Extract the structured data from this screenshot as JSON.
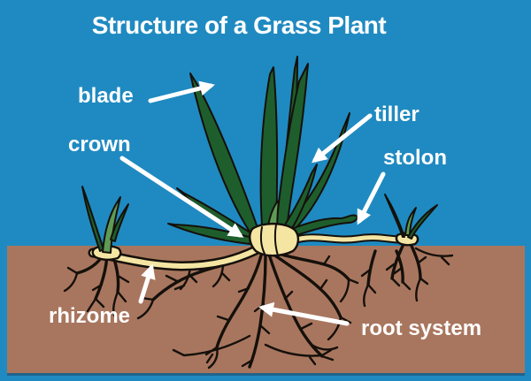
{
  "title": "Structure of a Grass Plant",
  "labels": {
    "blade": "blade",
    "crown": "crown",
    "tiller": "tiller",
    "stolon": "stolon",
    "rhizome": "rhizome",
    "root_system": "root system"
  },
  "colors": {
    "sky": "#1f8ac1",
    "soil": "#a8765e",
    "soil_shadow": "#1d5f8a",
    "leaf_dark": "#1e5e2d",
    "leaf_light": "#5f9b55",
    "band_yellow": "#f4e5a3",
    "outline_black": "#15100b",
    "label_text": "#ffffff"
  }
}
